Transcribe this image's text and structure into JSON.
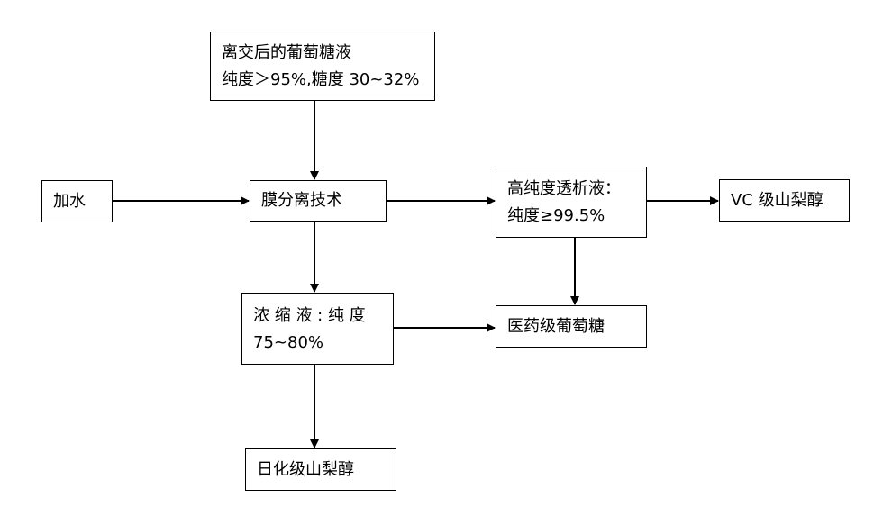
{
  "diagram": {
    "nodes": {
      "input": {
        "lines": [
          "离交后的葡萄糖液",
          "纯度＞95%,糖度 30~32%"
        ]
      },
      "water": {
        "lines": [
          "加水"
        ]
      },
      "membrane": {
        "lines": [
          "膜分离技术"
        ]
      },
      "permeate": {
        "lines": [
          "高纯度透析液：",
          "纯度≥99.5%"
        ]
      },
      "vc_sorbitol": {
        "lines": [
          "VC 级山梨醇"
        ]
      },
      "concentrate": {
        "lines": [
          "浓 缩 液 : 纯 度",
          "75~80%"
        ]
      },
      "medical_glucose": {
        "lines": [
          "医药级葡萄糖"
        ]
      },
      "daily_sorbitol": {
        "lines": [
          "日化级山梨醇"
        ]
      }
    },
    "edges": [
      {
        "from": "input",
        "to": "membrane"
      },
      {
        "from": "water",
        "to": "membrane"
      },
      {
        "from": "membrane",
        "to": "permeate"
      },
      {
        "from": "permeate",
        "to": "vc_sorbitol"
      },
      {
        "from": "membrane",
        "to": "concentrate"
      },
      {
        "from": "permeate",
        "to": "medical_glucose"
      },
      {
        "from": "concentrate",
        "to": "medical_glucose"
      },
      {
        "from": "concentrate",
        "to": "daily_sorbitol"
      }
    ]
  }
}
